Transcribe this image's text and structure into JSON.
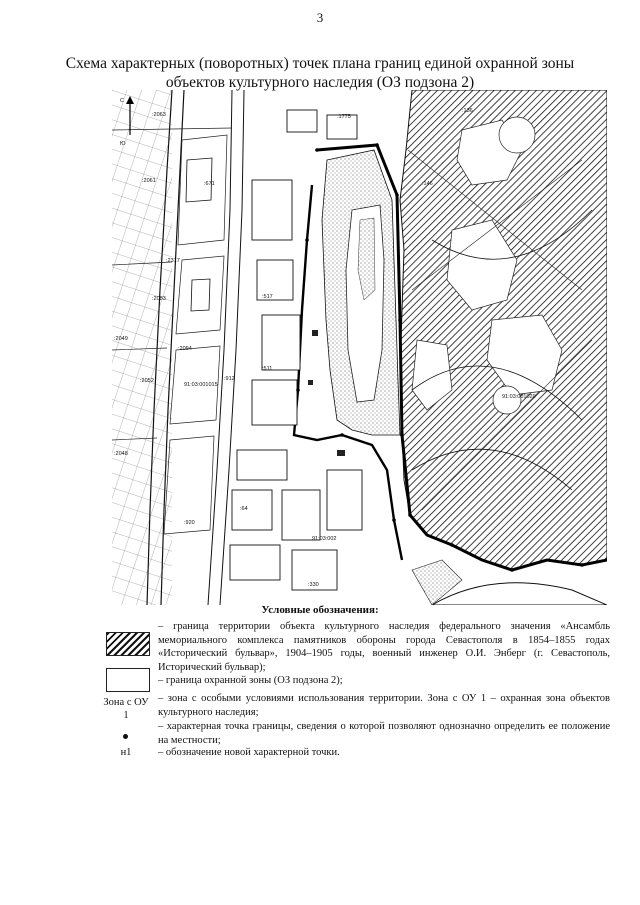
{
  "page_number": "3",
  "title_lines": [
    "Схема характерных (поворотных) точек плана границ единой охранной зоны",
    "объектов культурного наследия (ОЗ подзона 2)"
  ],
  "map": {
    "compass": {
      "north": "С",
      "south": "Ю"
    },
    "labels": [
      ":2063",
      ":2061",
      ":2317",
      ":2083",
      ":2049",
      ":2052",
      ":2048",
      ":2094",
      ":671",
      ":517",
      ":912",
      ":511",
      ":920",
      ":64",
      ":330",
      ":1775",
      ":146",
      ":136",
      "91:03:001015",
      "91:03:001020",
      "91:03:002"
    ]
  },
  "legend": {
    "title": "Условные обозначения:",
    "items": [
      {
        "symbol": "hatch",
        "text": "– граница территории объекта культурного наследия федерального значения «Ансамбль мемориального комплекса памятников обороны города Севастополя в 1854–1855 годах «Исторический бульвар», 1904–1905 годы, военный инженер О.И. Энберг (г. Севастополь, Исторический бульвар);"
      },
      {
        "symbol": "blank",
        "text": "– граница охранной зоны (ОЗ подзона 2);"
      },
      {
        "symbol": "zone",
        "symbol_text": "Зона с ОУ 1",
        "text": "– зона с особыми условиями использования территории. Зона с ОУ 1 – охранная зона объектов культурного наследия;"
      },
      {
        "symbol": "dot",
        "text": "– характерная точка границы, сведения о которой позволяют однозначно определить ее положение на местности;"
      },
      {
        "symbol": "n1",
        "symbol_text": "н1",
        "text": "– обозначение новой характерной точки."
      }
    ]
  }
}
